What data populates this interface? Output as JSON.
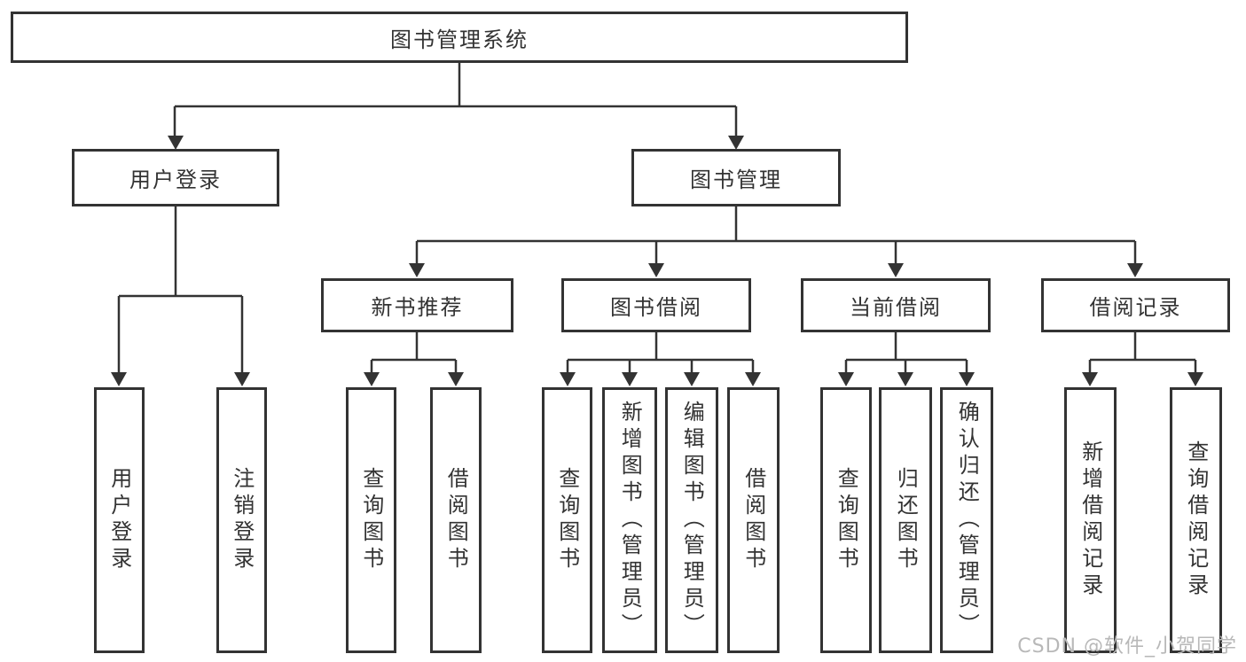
{
  "tree": {
    "label": "图书管理系统",
    "children": [
      {
        "label": "用户登录",
        "children": [
          {
            "label": "用户登录"
          },
          {
            "label": "注销登录"
          }
        ]
      },
      {
        "label": "图书管理",
        "children": [
          {
            "label": "新书推荐",
            "children": [
              {
                "label": "查询图书"
              },
              {
                "label": "借阅图书"
              }
            ]
          },
          {
            "label": "图书借阅",
            "children": [
              {
                "label": "查询图书"
              },
              {
                "label": "新增图书（管理员）"
              },
              {
                "label": "编辑图书（管理员）"
              },
              {
                "label": "借阅图书"
              }
            ]
          },
          {
            "label": "当前借阅",
            "children": [
              {
                "label": "查询图书"
              },
              {
                "label": "归还图书"
              },
              {
                "label": "确认归还（管理员）"
              }
            ]
          },
          {
            "label": "借阅记录",
            "children": [
              {
                "label": "新增借阅记录"
              },
              {
                "label": "查询借阅记录"
              }
            ]
          }
        ]
      }
    ]
  },
  "watermark": {
    "text": "CSDN @软件_小贺同学"
  },
  "colors": {
    "line": "#333333",
    "box_border": "#333333",
    "text": "#333333",
    "background": "#ffffff",
    "watermark": "#b8b8b8"
  }
}
